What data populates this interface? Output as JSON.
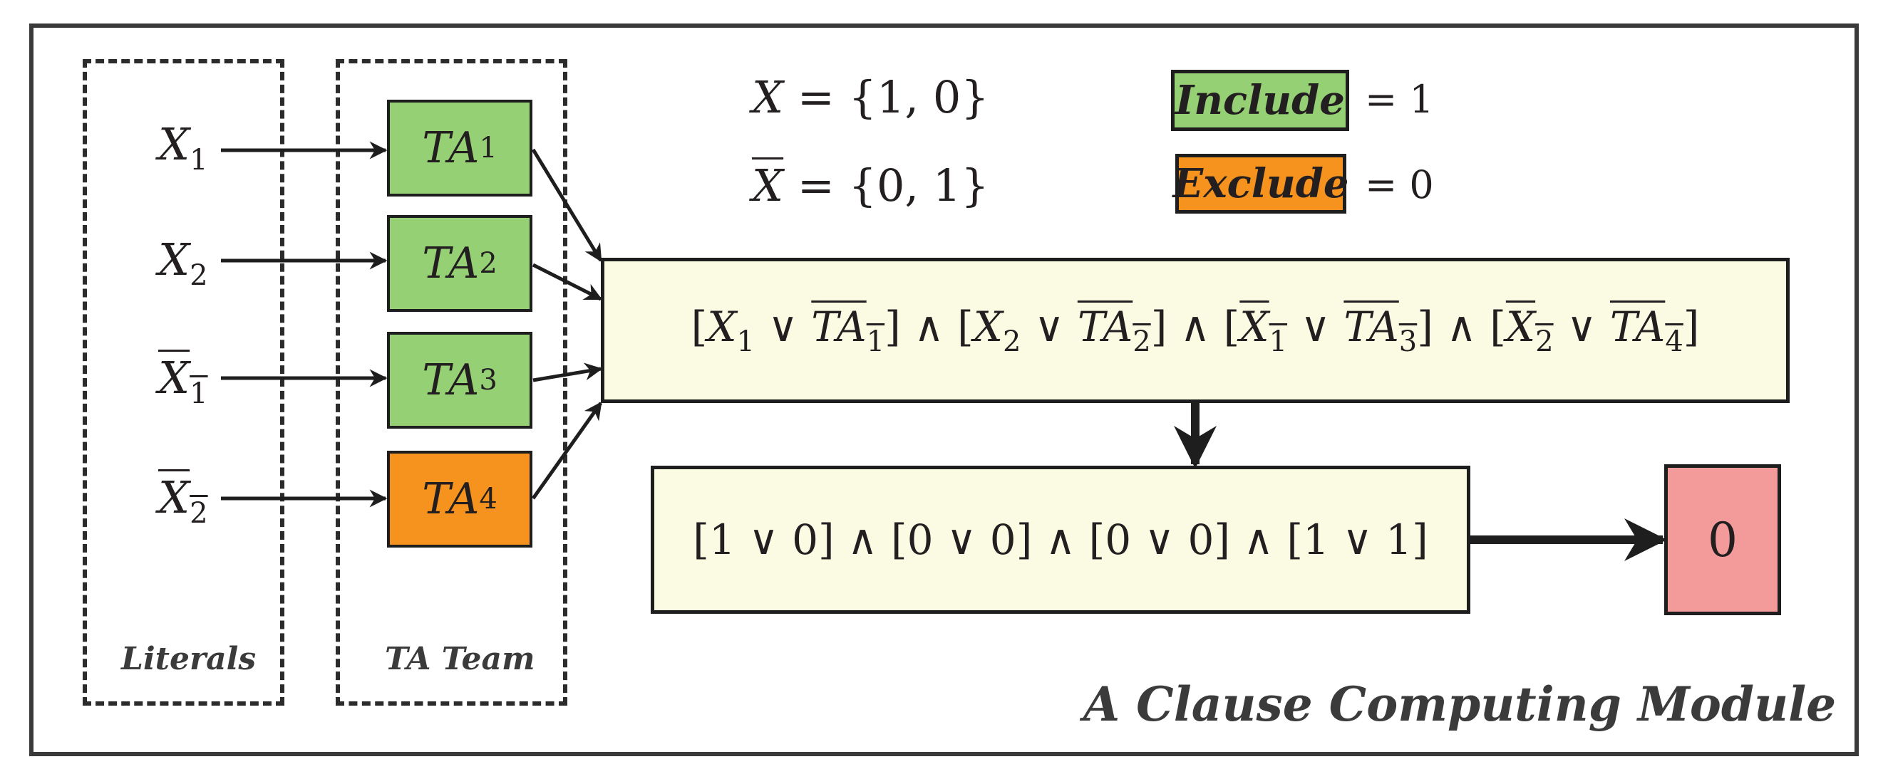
{
  "title": "A Clause Computing Module",
  "literals_caption": "Literals",
  "ta_team_caption": "TA Team",
  "literals": [
    {
      "base": "X",
      "sub": "1",
      "negated": false
    },
    {
      "base": "X",
      "sub": "2",
      "negated": false
    },
    {
      "base": "X",
      "sub": "1",
      "negated": true
    },
    {
      "base": "X",
      "sub": "2",
      "negated": true
    }
  ],
  "automata": [
    {
      "base": "TA",
      "sub": "1",
      "state": "include"
    },
    {
      "base": "TA",
      "sub": "2",
      "state": "include"
    },
    {
      "base": "TA",
      "sub": "3",
      "state": "include"
    },
    {
      "base": "TA",
      "sub": "4",
      "state": "exclude"
    }
  ],
  "set_definitions": {
    "x_lhs": "X",
    "x_rhs": "= {1, 0}",
    "xbar_lhs": "X",
    "xbar_rhs": "= {0, 1}"
  },
  "legend": {
    "include_label": "Include",
    "include_value": "= 1",
    "exclude_label": "Exclude",
    "exclude_value": "= 0"
  },
  "clause_symbolic": [
    {
      "literal": "X",
      "lit_sub": "1",
      "lit_negated": false,
      "ta": "TA",
      "ta_sub": "1"
    },
    {
      "literal": "X",
      "lit_sub": "2",
      "lit_negated": false,
      "ta": "TA",
      "ta_sub": "2"
    },
    {
      "literal": "X",
      "lit_sub": "1",
      "lit_negated": true,
      "ta": "TA",
      "ta_sub": "3"
    },
    {
      "literal": "X",
      "lit_sub": "2",
      "lit_negated": true,
      "ta": "TA",
      "ta_sub": "4"
    }
  ],
  "clause_evaluated": "[1 ∨ 0] ∧ [0 ∨ 0] ∧ [0 ∨ 0] ∧ [1 ∨ 1]",
  "operators": {
    "or": "∨",
    "and": "∧",
    "open": "[",
    "close": "]"
  },
  "output_value": "0",
  "colors": {
    "include": "#95d075",
    "exclude": "#f6921e",
    "clause_fill": "#fbfbe3",
    "output_fill": "#f39a9b",
    "stroke": "#1e1e1e"
  }
}
